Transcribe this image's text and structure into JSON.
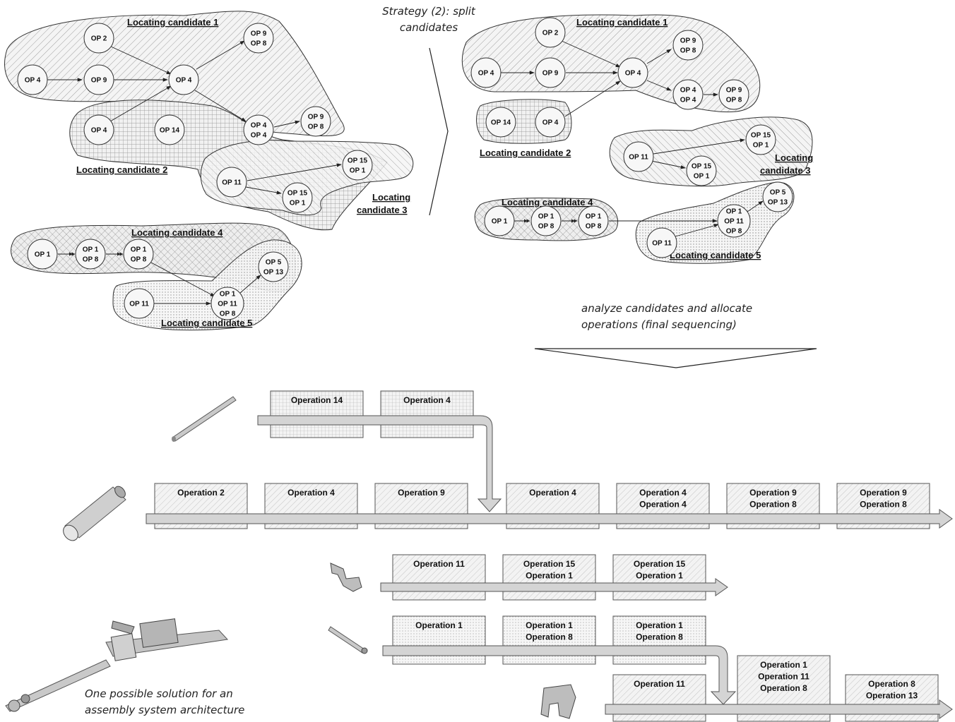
{
  "captions": {
    "strategy_line1": "Strategy (2): split",
    "strategy_line2": "candidates",
    "analyze_line1": "analyze candidates and allocate",
    "analyze_line2": "operations (final sequencing)",
    "solution_line1": "One possible solution for an",
    "solution_line2": "assembly system architecture"
  },
  "left_graph": {
    "labels": {
      "lc1": "Locating candidate 1",
      "lc2": "Locating candidate 2",
      "lc3a": "Locating",
      "lc3b": "candidate 3",
      "lc4": "Locating candidate 4",
      "lc5": "Locating candidate 5"
    },
    "nodes": {
      "n1": [
        "OP 2"
      ],
      "n2": [
        "OP 9",
        "OP 8"
      ],
      "n3": [
        "OP 4"
      ],
      "n4": [
        "OP 9"
      ],
      "n5": [
        "OP 4"
      ],
      "n6": [
        "OP 4"
      ],
      "n7": [
        "OP 14"
      ],
      "n8": [
        "OP 4",
        "OP 4"
      ],
      "n9": [
        "OP 9",
        "OP 8"
      ],
      "n10": [
        "OP 11"
      ],
      "n11": [
        "OP 15",
        "OP 1"
      ],
      "n12": [
        "OP 15",
        "OP 1"
      ],
      "n13": [
        "OP 1"
      ],
      "n14": [
        "OP 1",
        "OP 8"
      ],
      "n15": [
        "OP 1",
        "OP 8"
      ],
      "n16": [
        "OP 5",
        "OP 13"
      ],
      "n17": [
        "OP 11"
      ],
      "n18": [
        "OP 1",
        "OP 11",
        "OP 8"
      ]
    }
  },
  "right_graph": {
    "labels": {
      "lc1": "Locating candidate 1",
      "lc2": "Locating candidate 2",
      "lc3a": "Locating",
      "lc3b": "candidate 3",
      "lc4": "Locating candidate 4",
      "lc5": "Locating candidate 5"
    },
    "nodes": {
      "m1": [
        "OP 2"
      ],
      "m2": [
        "OP 9",
        "OP 8"
      ],
      "m3": [
        "OP 4"
      ],
      "m4": [
        "OP 9"
      ],
      "m5": [
        "OP 4"
      ],
      "m6": [
        "OP 4",
        "OP 4"
      ],
      "m7": [
        "OP 9",
        "OP 8"
      ],
      "m8": [
        "OP 14"
      ],
      "m9": [
        "OP 4"
      ],
      "m10": [
        "OP 15",
        "OP 1"
      ],
      "m11": [
        "OP 11"
      ],
      "m12": [
        "OP 15",
        "OP 1"
      ],
      "m13": [
        "OP 1"
      ],
      "m14": [
        "OP 1",
        "OP 8"
      ],
      "m15": [
        "OP 1",
        "OP 8"
      ],
      "m16": [
        "OP 5",
        "OP 13"
      ],
      "m17": [
        "OP 1",
        "OP 11",
        "OP 8"
      ],
      "m18": [
        "OP 11"
      ]
    }
  },
  "lines": {
    "l1": [
      "Operation 14"
    ],
    "l2": [
      "Operation 4"
    ],
    "l3": [
      "Operation 2"
    ],
    "l4": [
      "Operation 4"
    ],
    "l5": [
      "Operation 9"
    ],
    "l6": [
      "Operation 4"
    ],
    "l7": [
      "Operation 4",
      "Operation 4"
    ],
    "l8": [
      "Operation 9",
      "Operation 8"
    ],
    "l9": [
      "Operation 9",
      "Operation 8"
    ],
    "l10": [
      "Operation 11"
    ],
    "l11": [
      "Operation 15",
      "Operation 1"
    ],
    "l12": [
      "Operation 15",
      "Operation 1"
    ],
    "l13": [
      "Operation 1"
    ],
    "l14": [
      "Operation 1",
      "Operation 8"
    ],
    "l15": [
      "Operation 1",
      "Operation 8"
    ],
    "l16": [
      "Operation 11"
    ],
    "l17": [
      "Operation 1",
      "Operation 11",
      "Operation 8"
    ],
    "l18": [
      "Operation 8",
      "Operation 13"
    ]
  },
  "colors": {
    "blob_fill": "#f2f2f2",
    "node_fill": "#f7f7f7",
    "stroke": "#333333",
    "arrow_fill": "#d4d4d4",
    "arrow_stroke": "#555555"
  }
}
